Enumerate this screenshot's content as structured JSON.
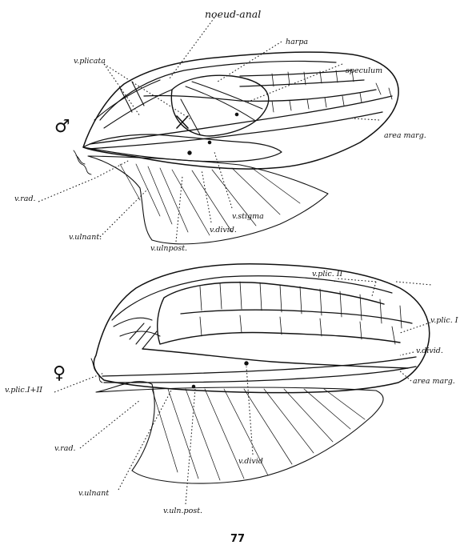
{
  "title": "noeud-anal",
  "page_number": "77",
  "male_wing": {
    "sex_symbol": "♂",
    "labels": {
      "v_plicata": "v.plicata",
      "harpa": "harpa",
      "speculum": "speculum",
      "area_marg": "area marg.",
      "v_rad": "v.rad.",
      "v_ulnant": "v.ulnant.",
      "v_ulnpost": "v.ulnpost.",
      "v_divid": "v.divid.",
      "v_stigma": "v.stigma"
    }
  },
  "female_wing": {
    "sex_symbol": "♀",
    "labels": {
      "v_plic_II": "v.plic. II",
      "v_plic_I": "v.plic. I",
      "v_divid_upper": "v.divid.",
      "area_marg": "area marg.",
      "v_plic_I_II": "v.plic.I+II",
      "v_rad": "v.rad.",
      "v_ulnant": "v.ulnant",
      "v_divid_lower": "v.divid",
      "v_uln_post": "v.uln.post."
    }
  }
}
